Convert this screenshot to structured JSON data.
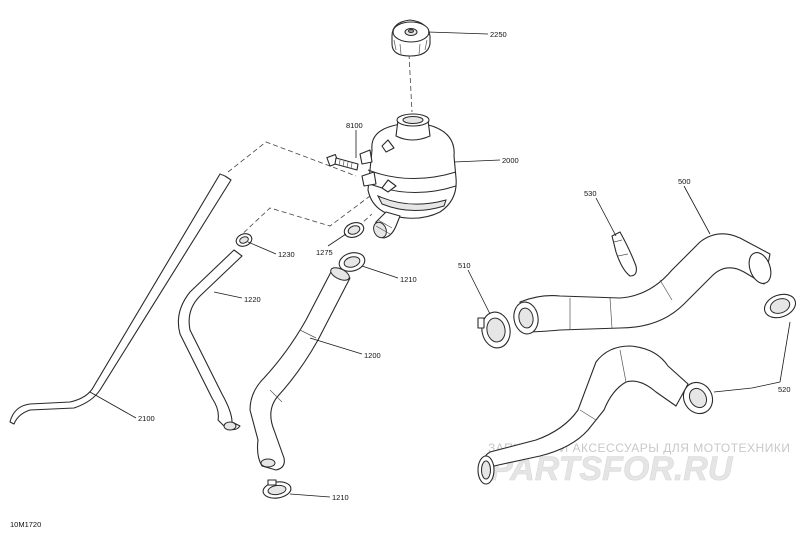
{
  "callouts": {
    "p2250": "2250",
    "p8100": "8100",
    "p2000": "2000",
    "p530": "530",
    "p500": "500",
    "p510": "510",
    "p1230": "1230",
    "p1275": "1275",
    "p1210a": "1210",
    "p1220": "1220",
    "p1200": "1200",
    "p2100": "2100",
    "p520": "520",
    "p1210b": "1210"
  },
  "watermark": {
    "tagline": "ЗАПЧАСТИ И АКСЕССУАРЫ ДЛЯ МОТОТЕХНИКИ",
    "logo": "PARTSFOR.RU"
  },
  "diagram_code": "10M1720"
}
